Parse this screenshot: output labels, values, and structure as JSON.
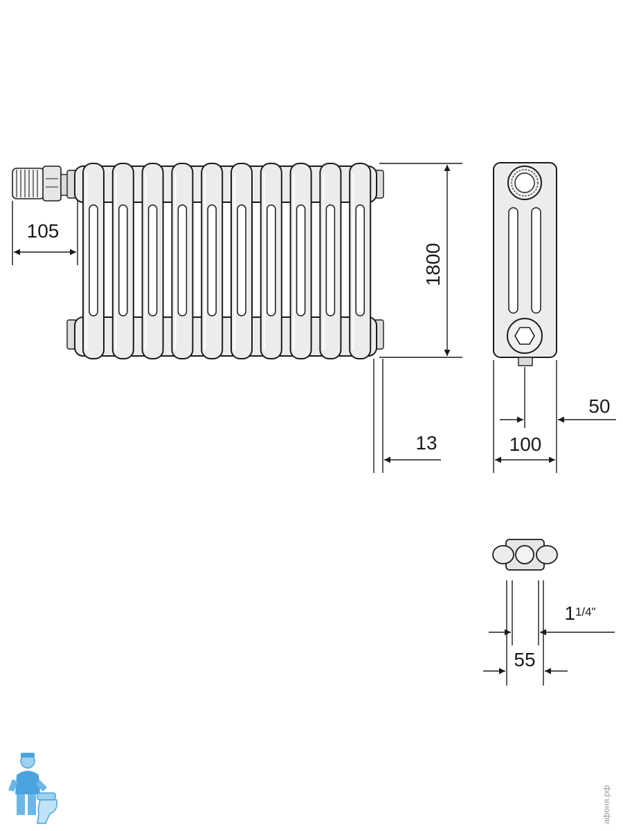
{
  "dimensions": {
    "valve_offset": "105",
    "height": "1800",
    "gap": "13",
    "side_offset": "50",
    "depth": "100",
    "thread": "1¼\"",
    "thread_whole": "1",
    "thread_fraction": "1/4\"",
    "section_width": "55"
  },
  "views": {
    "front": {
      "section_count": 10
    }
  },
  "watermark": {
    "site": "афоня.рф"
  },
  "colors": {
    "line": "#1a1a1a",
    "body": "#ececec",
    "logo": "#4aa3df"
  }
}
